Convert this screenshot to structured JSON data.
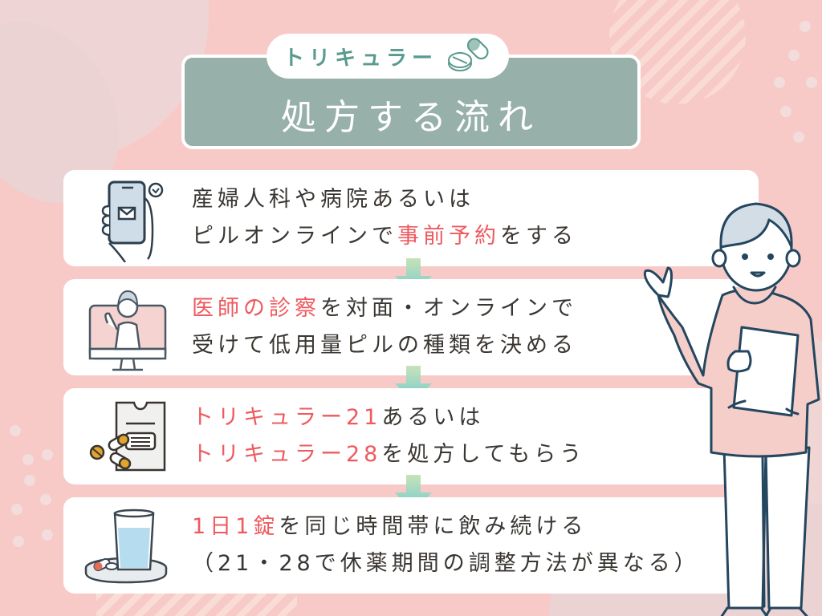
{
  "header": {
    "subtitle": "トリキュラー",
    "title": "処方する流れ",
    "pill_icon": "pill-capsule-icon"
  },
  "steps": [
    {
      "icon": "smartphone-mail-icon",
      "line1": "産婦人科や病院あるいは",
      "line2_pre": "ピルオンラインで",
      "line2_hl": "事前予約",
      "line2_post": "をする"
    },
    {
      "icon": "doctor-monitor-icon",
      "line1_hl": "医師の診察",
      "line1_post": "を対面・オンラインで",
      "line2": "受けて低用量ピルの種類を決める"
    },
    {
      "icon": "prescription-pills-icon",
      "line1_hl": "トリキュラー21",
      "line1_post": "あるいは",
      "line2_hl": "トリキュラー28",
      "line2_post": "を処方してもらう"
    },
    {
      "icon": "water-glass-pills-icon",
      "line1_hl": "1日1錠",
      "line1_post": "を同じ時間帯に飲み続ける",
      "line2": "（21・28で休薬期間の調整方法が異なる）"
    }
  ],
  "colors": {
    "background": "#f7cac8",
    "header_box": "#97b0aa",
    "accent_teal": "#5a9a8e",
    "highlight_red": "#ee5a5e",
    "text": "#3a3632",
    "line_navy": "#24465f"
  },
  "illustration": "nurse-pointing-icon"
}
